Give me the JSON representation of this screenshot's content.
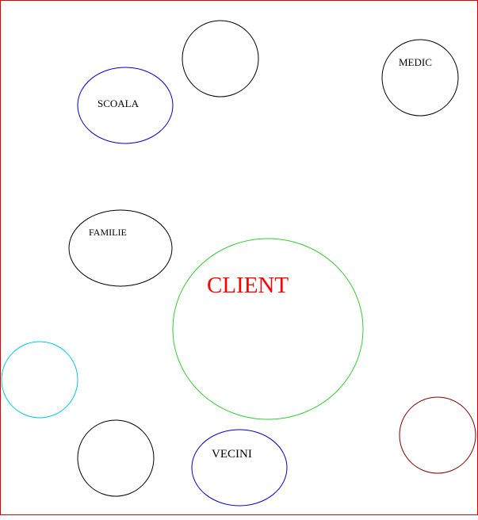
{
  "diagram": {
    "labels": {
      "client": "CLIENT",
      "scoala": "SCOALA",
      "medic": "MEDIC",
      "familie": "FAMILIE",
      "vecini": "VECINI"
    },
    "colors": {
      "border": "#e00000",
      "client_circle": "#33cc33",
      "client_text": "#ff0000",
      "scoala_circle": "#0000cc",
      "vecini_circle": "#0000cc",
      "black_circle": "#000000",
      "cyan_circle": "#00c8e0",
      "maroon_circle": "#800000",
      "label_text": "#000000"
    }
  }
}
